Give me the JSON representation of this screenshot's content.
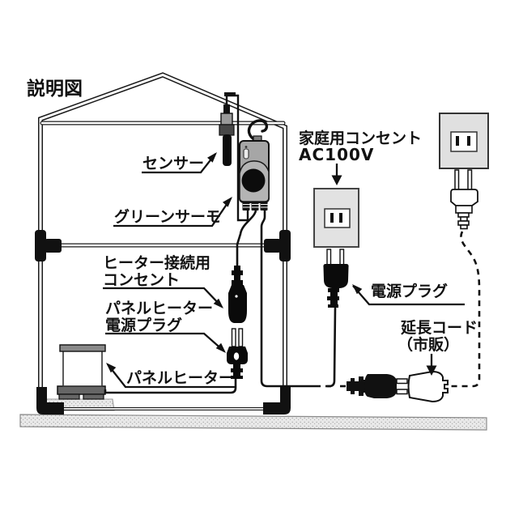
{
  "page": {
    "title": "説明図",
    "background": "#ffffff"
  },
  "labels": {
    "title": "説明図",
    "sensor": "センサー",
    "thermostat": "グリーンサーモ",
    "heater_outlet_line1": "ヒーター接続用",
    "heater_outlet_line2": "コンセント",
    "heater_plug_line1": "パネルヒーター",
    "heater_plug_line2": "電源プラグ",
    "panel_heater": "パネルヒーター",
    "wall_outlet_line1": "家庭用コンセント",
    "wall_outlet_line2": "AC100V",
    "power_plug": "電源プラグ",
    "extension_line1": "延長コード",
    "extension_line2": "（市販）"
  },
  "colors": {
    "line": "#1a1a1a",
    "thermostat_body": "#a6a6a6",
    "thermostat_panel": "#b4b4b4",
    "outlet_face": "#e2e2e2",
    "heater_bar": "#666666",
    "box_rim": "#8a8a8a",
    "ground": "#e7e7e7"
  }
}
